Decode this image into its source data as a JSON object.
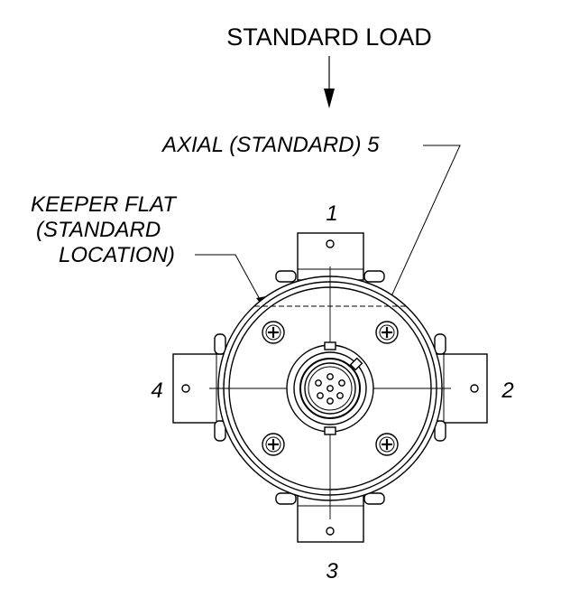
{
  "title": "STANDARD LOAD",
  "labels": {
    "axial_line": "AXIAL (STANDARD) 5",
    "keeper_line1": "KEEPER FLAT",
    "keeper_line2": "(STANDARD",
    "keeper_line3": "LOCATION)",
    "pos1": "1",
    "pos2": "2",
    "pos3": "3",
    "pos4": "4"
  },
  "colors": {
    "line": "#000000",
    "background": "#ffffff"
  }
}
